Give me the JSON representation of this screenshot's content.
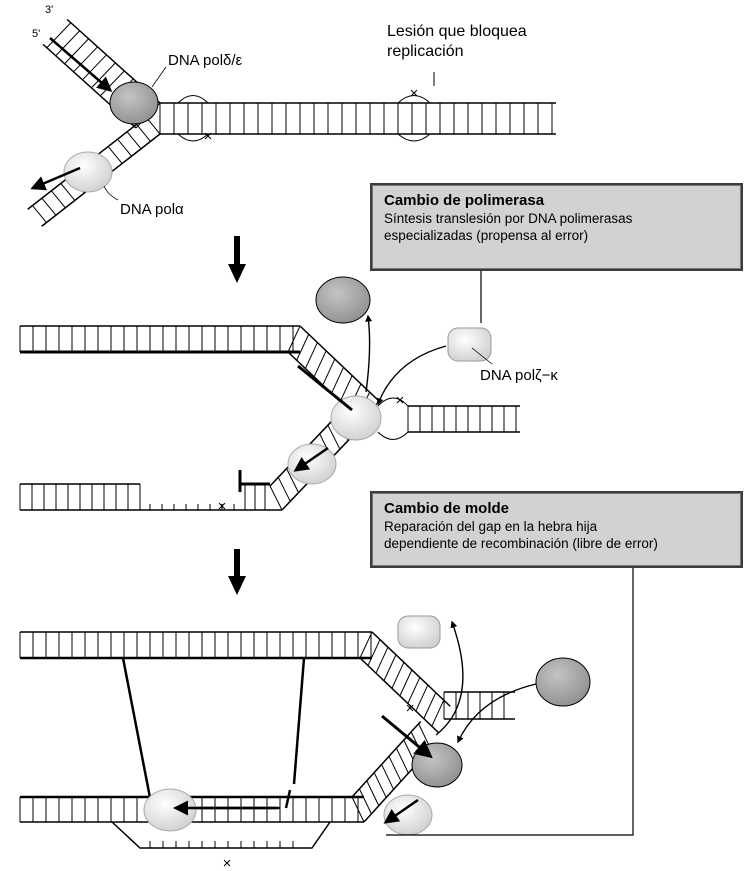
{
  "strand_labels": {
    "three_prime": "3'",
    "five_prime": "5'"
  },
  "lesion_label": {
    "line1": "Lesión que bloquea",
    "line2": "replicación"
  },
  "polymerase_labels": {
    "pol_delta_epsilon": "DNA polδ/ε",
    "pol_alpha": "DNA polα",
    "pol_zeta_kappa": "DNA polζ−κ"
  },
  "polymerase_switch": {
    "title": "Cambio de polimerasa",
    "body_line1": "Síntesis translesión por DNA polimerasas",
    "body_line2": "especializadas (propensa al error)"
  },
  "template_switch": {
    "title": "Cambio de molde",
    "body_line1": "Reparación del gap en la hebra hija",
    "body_line2": "dependiente de recombinación (libre de error)"
  },
  "colors": {
    "replicative_polymerase": "#a8a8a8",
    "lagging_polymerase": "#e6e6e6",
    "box_fill": "#d2d2d2",
    "strand": "#000000"
  }
}
